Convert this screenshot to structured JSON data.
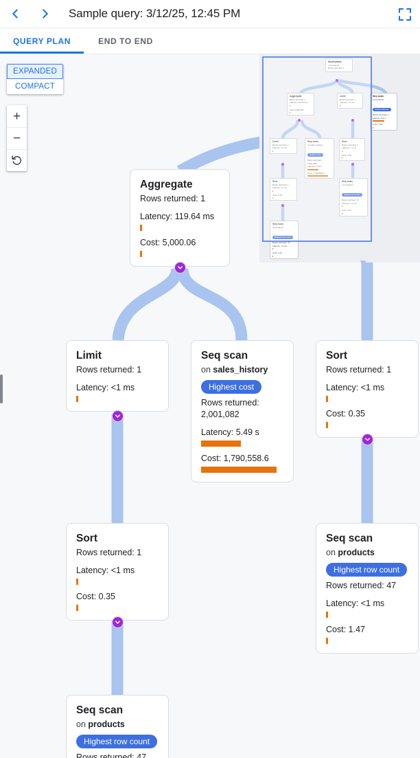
{
  "header": {
    "back_icon": "chevron-left-icon",
    "forward_icon": "chevron-right-icon",
    "title": "Sample query: 3/12/25, 12:45 PM",
    "fullscreen_icon": "fullscreen-icon"
  },
  "tabs": [
    {
      "label": "QUERY PLAN",
      "active": true
    },
    {
      "label": "END TO END",
      "active": false
    }
  ],
  "mode_toggle": {
    "expanded_label": "EXPANDED",
    "compact_label": "COMPACT",
    "selected": "EXPANDED"
  },
  "zoom_controls": {
    "zoom_in": "+",
    "zoom_out": "−",
    "reset_icon": "reset-rotate-icon"
  },
  "colors": {
    "accent_blue": "#1a73e8",
    "badge_blue": "#3d6fe0",
    "metric_orange": "#e8730c",
    "edge_blue": "#a8c4ef",
    "handle_purple": "#9c27d8",
    "canvas_bg": "#f7f8fa"
  },
  "labels": {
    "rows_returned": "Rows returned:",
    "latency": "Latency:",
    "cost": "Cost:",
    "on": "on"
  },
  "nodes": [
    {
      "id": "aggregate",
      "title": "Aggregate",
      "rows": "Rows returned: 1",
      "latency": "Latency: 119.64 ms",
      "latency_bar_w": 3,
      "cost": "Cost: 5,000.06",
      "cost_bar_w": 3
    },
    {
      "id": "limit",
      "title": "Limit",
      "rows": "Rows returned: 1",
      "latency": "Latency: <1 ms",
      "latency_bar_w": 3
    },
    {
      "id": "seqscan-sales-history",
      "title": "Seq scan",
      "on": "sales_history",
      "badge": "Highest cost",
      "rows": "Rows returned: 2,001,082",
      "latency": "Latency: 5.49 s",
      "latency_bar_w": 58,
      "cost": "Cost: 1,790,558.6",
      "cost_bar_w": 110
    },
    {
      "id": "sort-right",
      "title": "Sort",
      "rows": "Rows returned: 1",
      "latency": "Latency: <1 ms",
      "latency_bar_w": 3,
      "cost": "Cost: 0.35",
      "cost_bar_w": 3
    },
    {
      "id": "sort-left",
      "title": "Sort",
      "rows": "Rows returned: 1",
      "latency": "Latency: <1 ms",
      "latency_bar_w": 3,
      "cost": "Cost: 0.35",
      "cost_bar_w": 3
    },
    {
      "id": "seqscan-products-right",
      "title": "Seq scan",
      "on": "products",
      "badge": "Highest row count",
      "rows": "Rows returned: 47",
      "latency": "Latency: <1 ms",
      "latency_bar_w": 3,
      "cost": "Cost: 1.47",
      "cost_bar_w": 3
    },
    {
      "id": "seqscan-products-bottom",
      "title": "Seq scan",
      "on": "products",
      "badge": "Highest row count",
      "rows": "Rows returned: 47"
    }
  ],
  "ghost_canvas": {
    "modify_title": "Modifytable",
    "modify_on": "on products",
    "modify_rows": "Rows returned",
    "limit_title": "Limit",
    "limit_rows": "Rows returned: 1",
    "limit_latency": "Latency: <1 ms"
  },
  "minimap": {
    "nodes": [
      {
        "title": "Modifytable",
        "on": "on products",
        "rows": "Rows returned: 1"
      },
      {
        "title": "Aggregate",
        "rows": "Rows returned: 1",
        "latency": "Latency: 119.64 ms",
        "cost": "Cost: 5,000.06"
      },
      {
        "title": "Limit",
        "rows": "Rows returned: 1",
        "latency": "Latency: <1 ms"
      },
      {
        "title": "Seq scan",
        "on": "on products",
        "badge": "Highest latency",
        "rows": "Rows returned: 1",
        "latency": "Latency: 5.0 s",
        "cost": "Cost: 1.50"
      },
      {
        "title": "Limit",
        "rows": "Rows returned: 1",
        "latency": "Latency: <1 ms"
      },
      {
        "title": "Seq scan",
        "on": "on sales_history",
        "badge": "Highest cost",
        "rows": "Rows returned: 2,001,082",
        "latency": "Latency: 5.49 s",
        "cost": "Cost: 1,790,558.6"
      },
      {
        "title": "Sort",
        "rows": "Rows returned: 1",
        "latency": "Latency: <1 ms",
        "cost": "Cost: 0.35"
      },
      {
        "title": "Sort",
        "rows": "Rows returned: 1",
        "latency": "Latency: <1 ms",
        "cost": "Cost: 0.35"
      },
      {
        "title": "Seq scan",
        "on": "on products",
        "badge": "Highest row count",
        "rows": "Rows returned: 47",
        "latency": "Latency: <1 ms",
        "cost": "Cost: 1.47"
      },
      {
        "title": "Seq scan",
        "on": "on products",
        "badge": "Highest row count",
        "rows": "Rows returned: 47",
        "latency": "Latency: <1 ms",
        "cost": "Cost: 1.47"
      }
    ]
  }
}
